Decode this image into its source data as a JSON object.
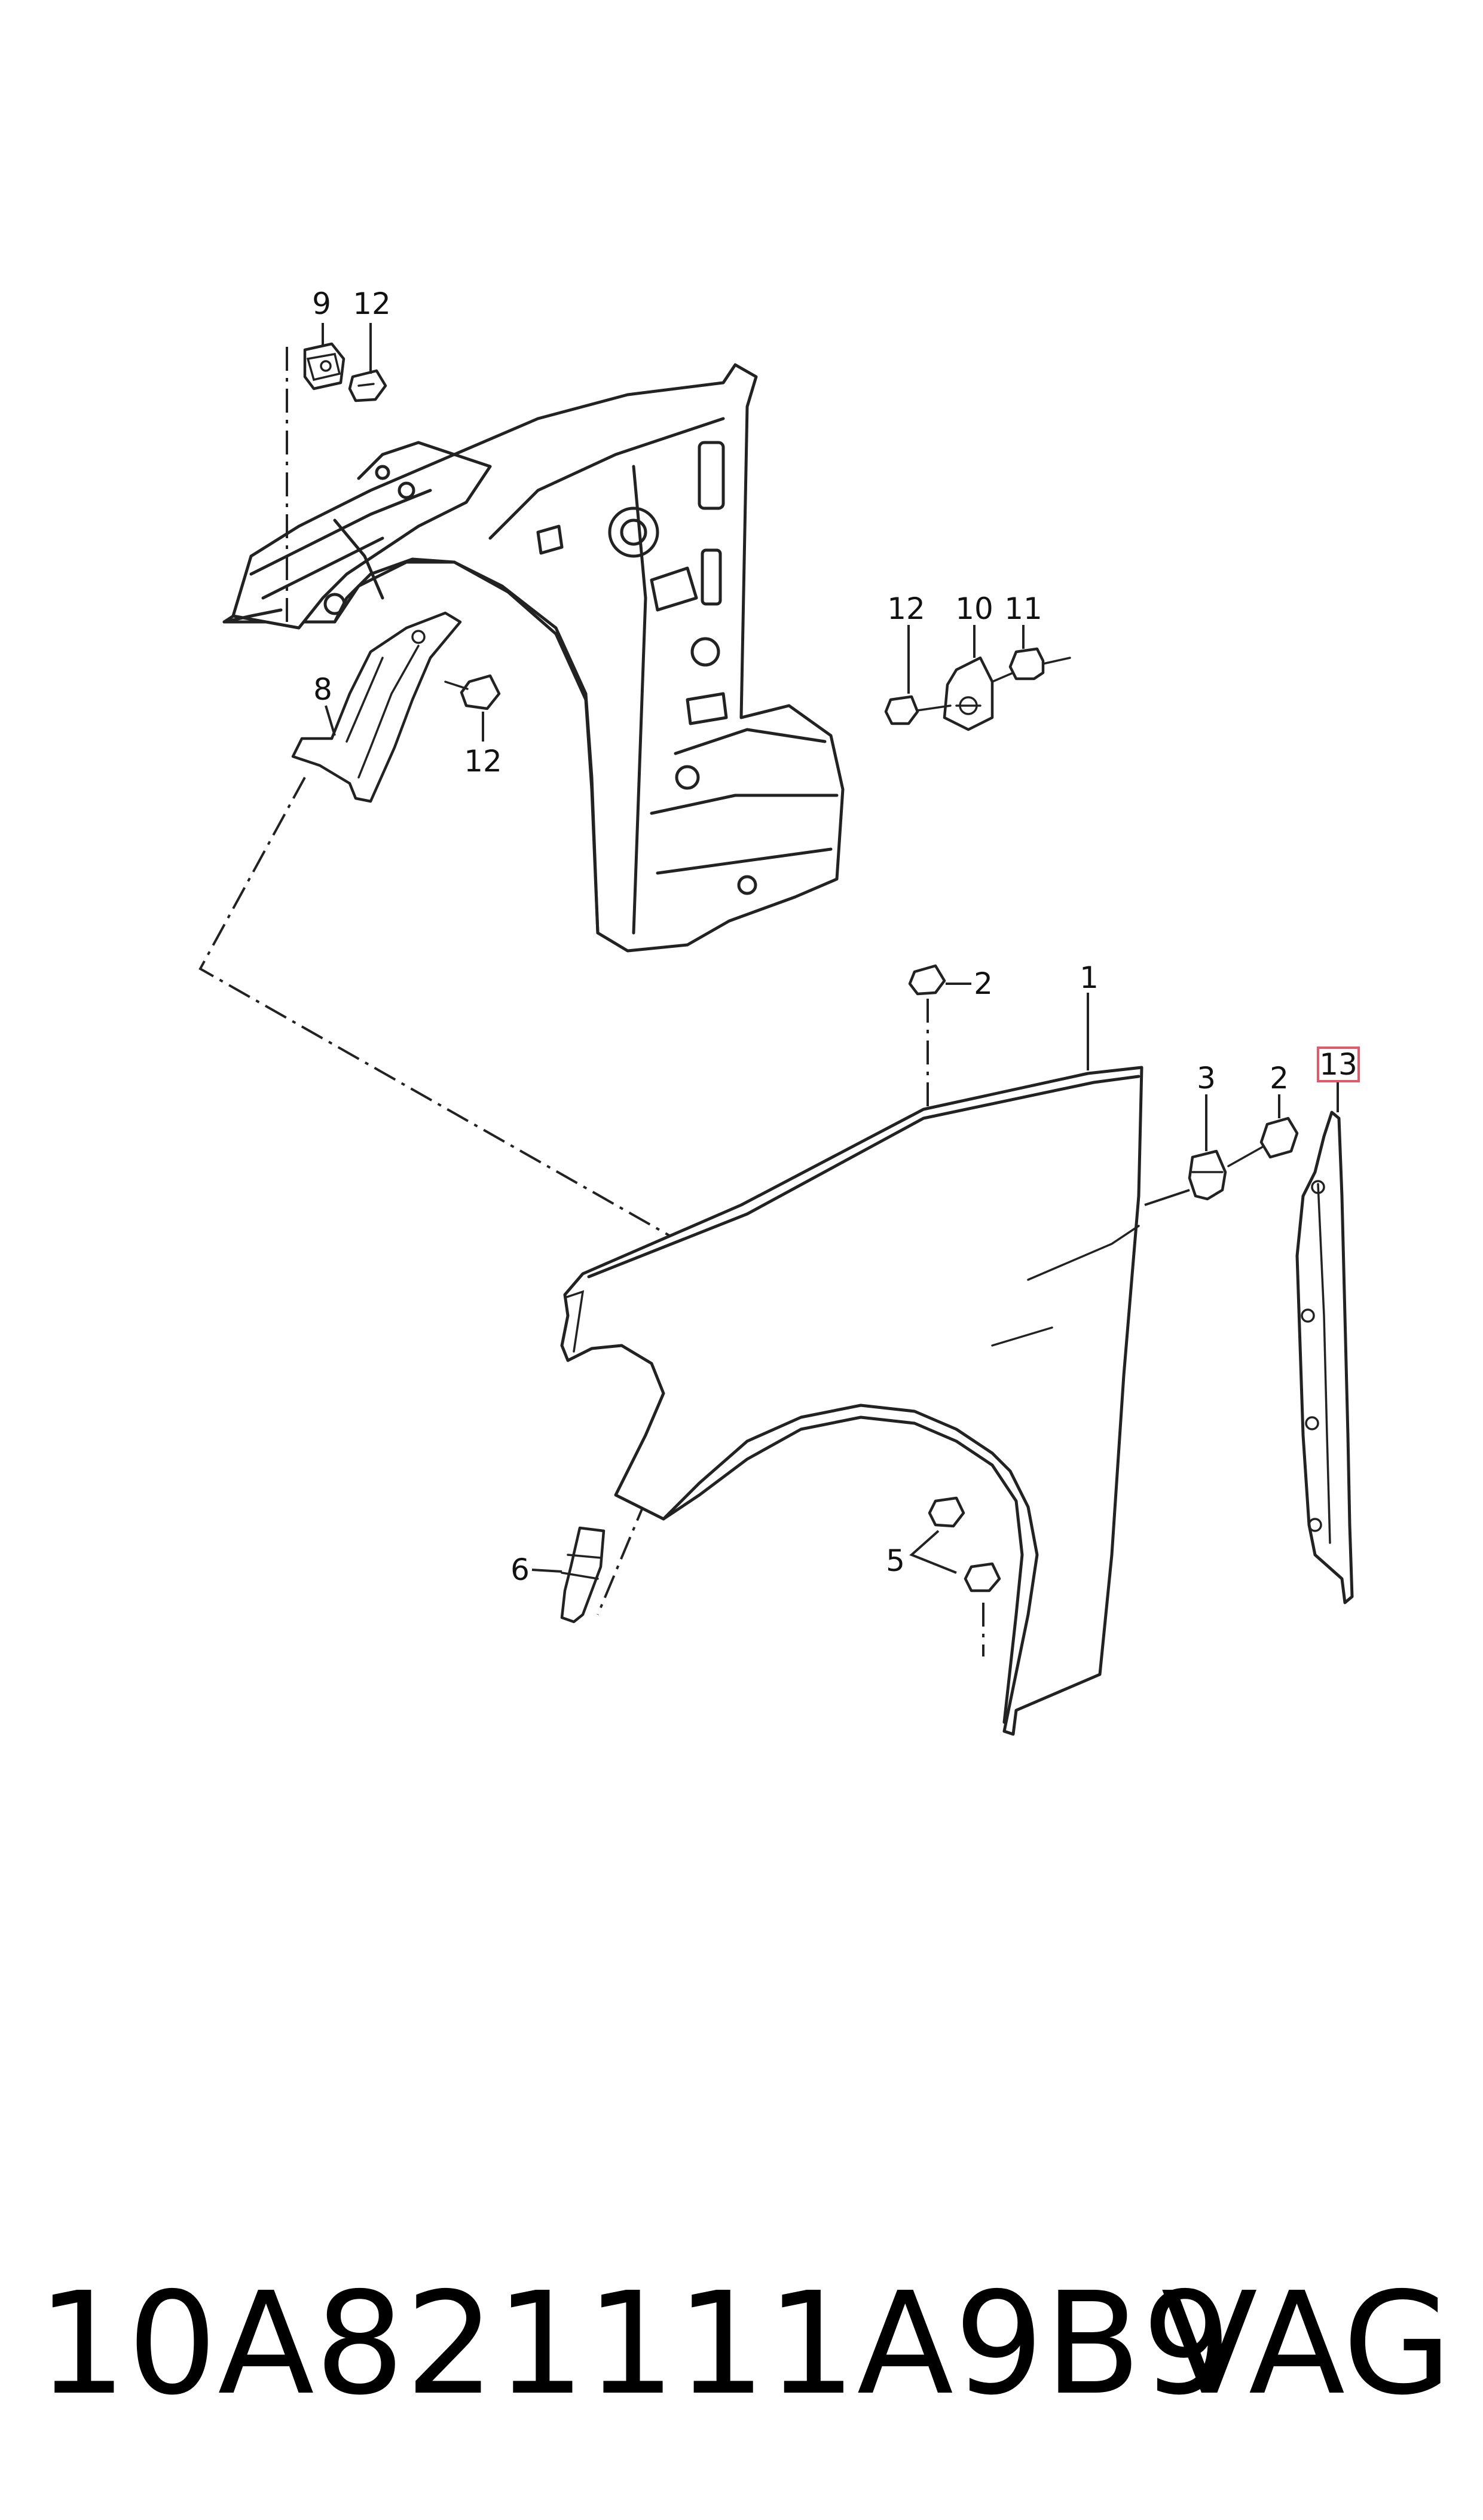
{
  "diagram": {
    "callouts": {
      "c1": "1",
      "c2a": "2",
      "c2b": "2",
      "c3": "3",
      "c5": "5",
      "c6": "6",
      "c8": "8",
      "c9": "9",
      "c10": "10",
      "c11": "11",
      "c12a": "12",
      "c12b": "12",
      "c12c": "12",
      "c13": "13"
    },
    "highlight_color": "#e25a6a"
  },
  "footer": {
    "part_number": "10A821111A9B9",
    "brand": "VAG"
  }
}
